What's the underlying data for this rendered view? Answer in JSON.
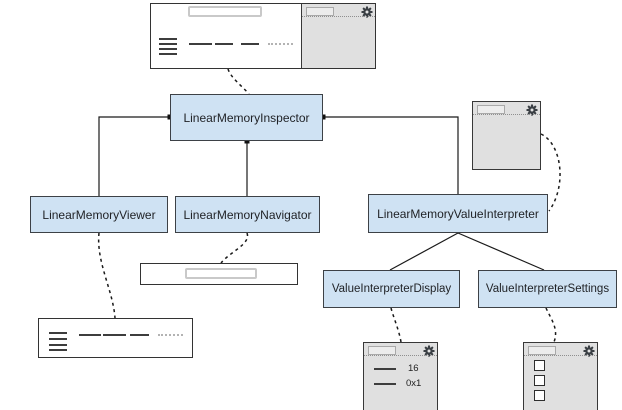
{
  "nodes": {
    "inspector": {
      "label": "LinearMemoryInspector"
    },
    "viewer": {
      "label": "LinearMemoryViewer"
    },
    "navigator": {
      "label": "LinearMemoryNavigator"
    },
    "value_interpreter": {
      "label": "LinearMemoryValueInterpreter"
    },
    "display": {
      "label": "ValueInterpreterDisplay"
    },
    "settings": {
      "label": "ValueInterpreterSettings"
    }
  },
  "mockups": {
    "inspector_window": {
      "description": "address input, memory rows, value panel with gear"
    },
    "value_interpreter_window": {
      "description": "panel with input and gear"
    },
    "navigator_window": {
      "description": "bar with centered address input"
    },
    "viewer_window": {
      "description": "memory rows sketch"
    },
    "display_window": {
      "rows": [
        {
          "label": "16"
        },
        {
          "label": "0x1"
        }
      ]
    },
    "settings_window": {
      "checkbox_count": 3
    }
  },
  "edges": [
    {
      "from": "inspector",
      "to": "viewer",
      "style": "solid"
    },
    {
      "from": "inspector",
      "to": "navigator",
      "style": "solid"
    },
    {
      "from": "inspector",
      "to": "value_interpreter",
      "style": "solid"
    },
    {
      "from": "value_interpreter",
      "to": "display",
      "style": "solid"
    },
    {
      "from": "value_interpreter",
      "to": "settings",
      "style": "solid"
    },
    {
      "from": "inspector_window",
      "to": "inspector",
      "style": "dashed"
    },
    {
      "from": "viewer",
      "to": "viewer_window",
      "style": "dashed"
    },
    {
      "from": "navigator",
      "to": "navigator_window",
      "style": "dashed"
    },
    {
      "from": "value_interpreter_window",
      "to": "value_interpreter",
      "style": "dashed"
    },
    {
      "from": "display",
      "to": "display_window",
      "style": "dashed"
    },
    {
      "from": "settings",
      "to": "settings_window",
      "style": "dashed"
    }
  ],
  "icons": {
    "gear": "⚙",
    "checkbox": "☐"
  },
  "colors": {
    "node_fill": "#cfe2f3",
    "node_border": "#3d4146",
    "mockup_fill": "#e0e0e0",
    "sheet_fill": "#ffffff",
    "edge": "#1a1a1a"
  }
}
